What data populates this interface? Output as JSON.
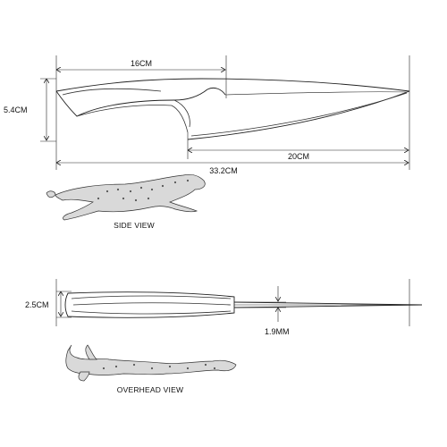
{
  "side": {
    "dim_handle": "16CM",
    "dim_height": "5.4CM",
    "dim_blade": "20CM",
    "dim_total": "33.2CM",
    "view_label": "SIDE VIEW"
  },
  "overhead": {
    "dim_width": "2.5CM",
    "dim_thickness": "1.9MM",
    "view_label": "OVERHEAD VIEW"
  },
  "icons": {
    "side_animal": "cheetah-running-icon",
    "overhead_animal": "cheetah-overhead-icon"
  }
}
